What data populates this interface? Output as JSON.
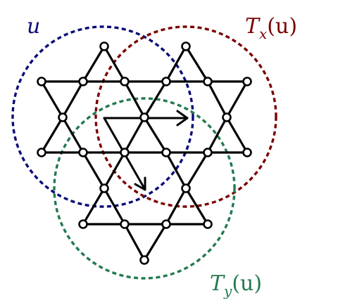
{
  "labels": {
    "u": "u",
    "tx": "T",
    "tx_sub": "x",
    "tx_arg": "(u)",
    "ty": "T",
    "ty_sub": "y",
    "ty_arg": "(u)"
  },
  "colors": {
    "u": "#0a0a78",
    "tx": "#7a0000",
    "ty": "#237a4f",
    "lattice": "#000000"
  }
}
